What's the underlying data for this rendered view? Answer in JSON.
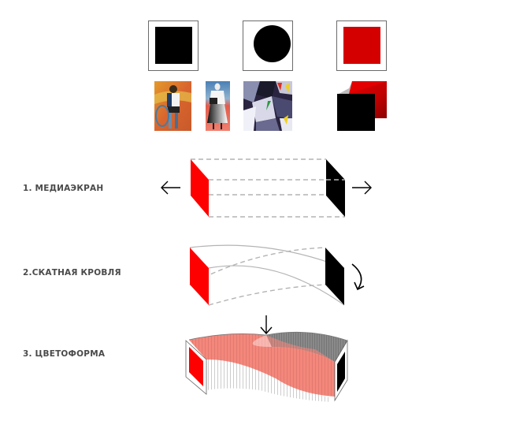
{
  "top_row": {
    "frames": [
      {
        "name": "black-square",
        "shape": "square",
        "color": "#000000"
      },
      {
        "name": "black-circle",
        "shape": "circle",
        "color": "#000000"
      },
      {
        "name": "red-square",
        "shape": "square",
        "color": "#d40000"
      }
    ]
  },
  "paintings": [
    {
      "name": "painting-reaper",
      "description": "figure with scythe on orange field"
    },
    {
      "name": "painting-peasant-woman",
      "description": "figure in white and black on red field"
    },
    {
      "name": "painting-cubist",
      "description": "fragmented cubo-futurist composition"
    },
    {
      "name": "red-black-squares-composite",
      "description": "black square overlapping folded red square"
    }
  ],
  "steps": [
    {
      "number": "1.",
      "label": "1. МЕДИАЭКРАН",
      "arrows": [
        "left-arrow",
        "right-arrow"
      ]
    },
    {
      "number": "2.",
      "label": "2.СКАТНАЯ КРОВЛЯ",
      "arrows": [
        "curved-arrow"
      ]
    },
    {
      "number": "3.",
      "label": "3. ЦВЕТОФОРМА",
      "arrows": [
        "down-arrow"
      ]
    }
  ],
  "colors": {
    "red": "#ff0000",
    "dark_red": "#d40000",
    "black": "#000000",
    "salmon": "#f4877c",
    "gray_roof": "#7a7a7a",
    "dash": "#b4b4b4",
    "label": "#4a4a4a"
  }
}
